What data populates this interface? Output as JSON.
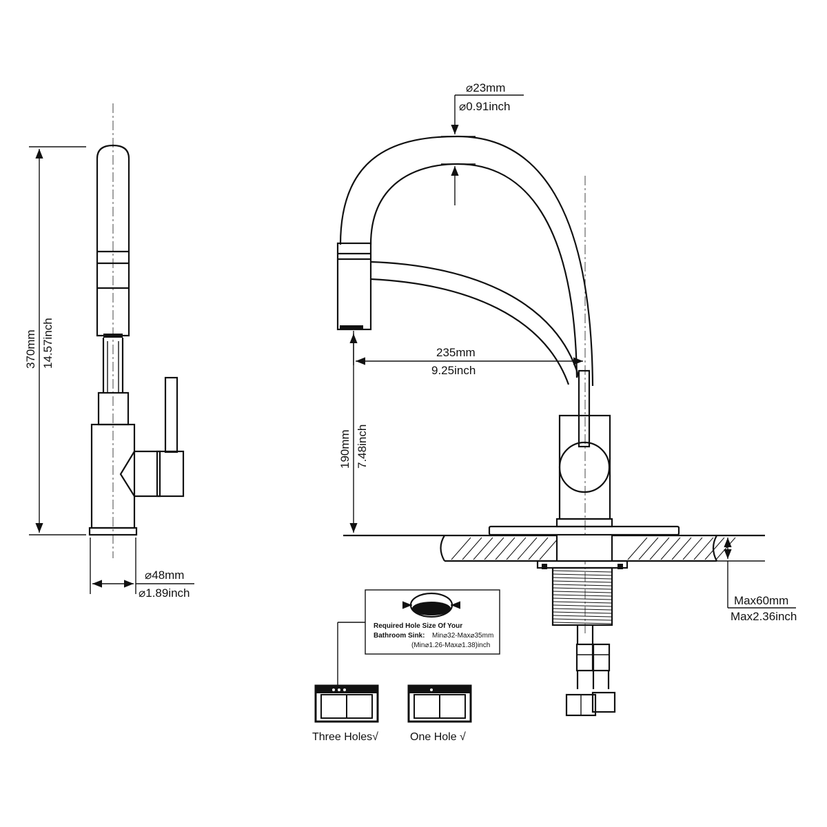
{
  "height_dim": {
    "mm": "370mm",
    "inch": "14.57inch"
  },
  "base_dim": {
    "mm": "⌀48mm",
    "inch": "⌀1.89inch"
  },
  "spout_dia": {
    "mm": "⌀23mm",
    "inch": "⌀0.91inch"
  },
  "reach_dim": {
    "mm": "235mm",
    "inch": "9.25inch"
  },
  "spout_height": {
    "mm": "190mm",
    "inch": "7.48inch"
  },
  "deck_dim": {
    "mm": "Max60mm",
    "inch": "Max2.36inch"
  },
  "hole_box": {
    "line1": "Required Hole Size Of Your",
    "line2_bold": "Bathroom Sink:",
    "line2_rest": "Min⌀32-Max⌀35mm",
    "line3": "(Min⌀1.26-Max⌀1.38)inch"
  },
  "options": [
    {
      "label": "Three Holes√"
    },
    {
      "label": "One Hole √"
    }
  ]
}
